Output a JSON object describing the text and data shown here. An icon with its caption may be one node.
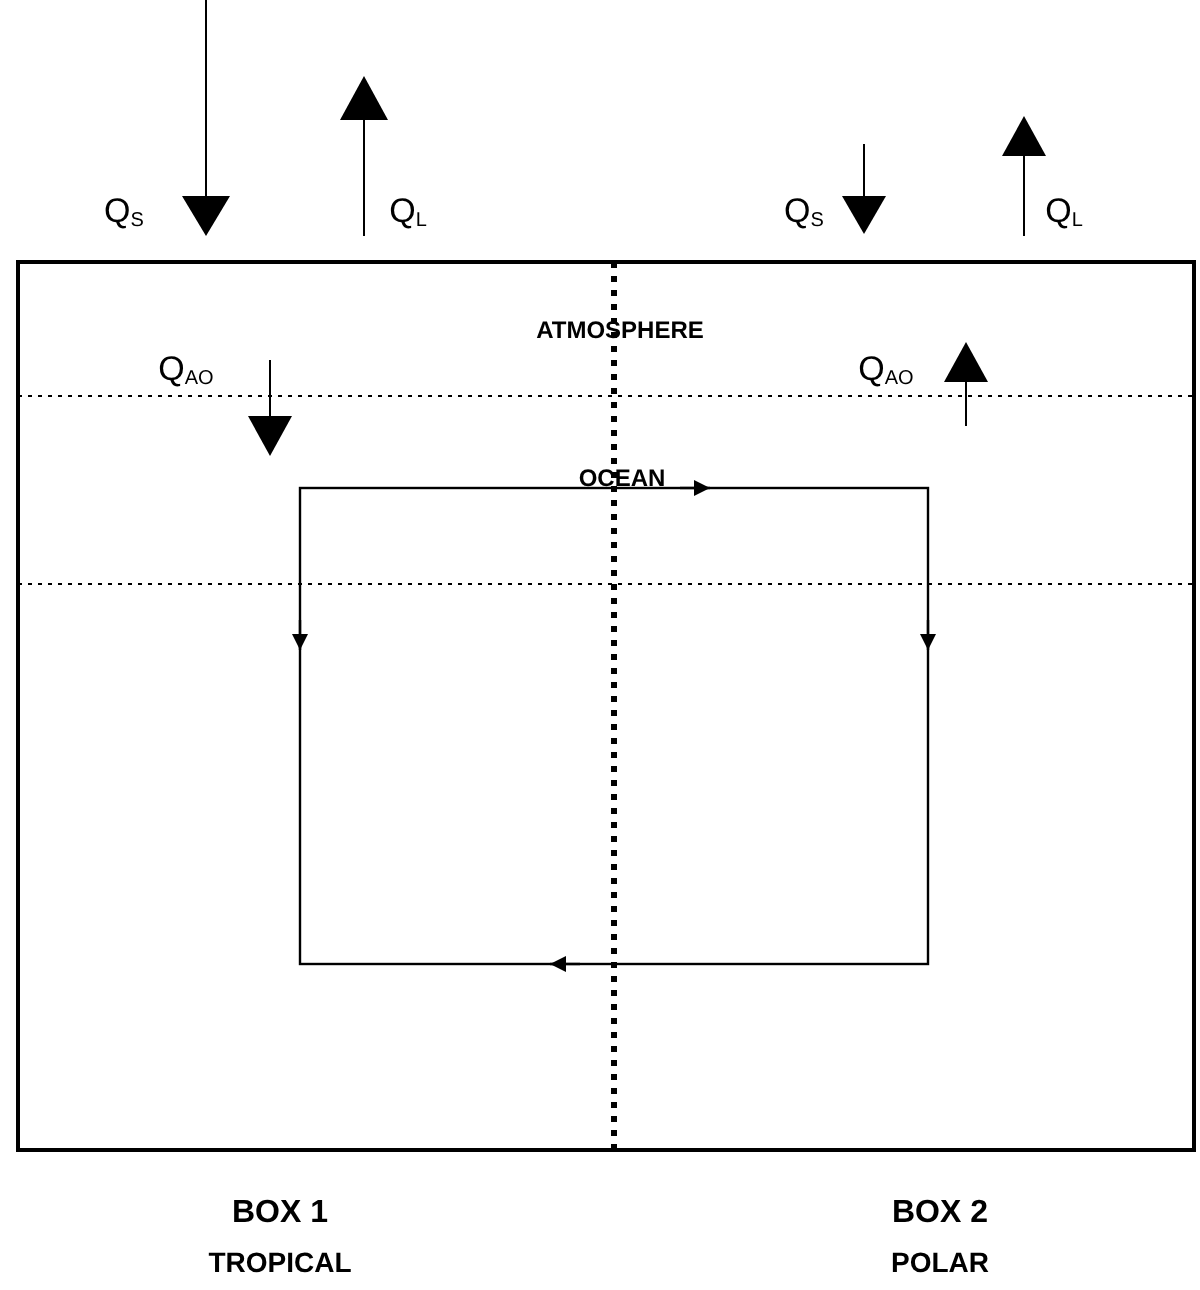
{
  "diagram": {
    "labels": [
      "Q$_{S}$",
      "Q$_{L}$",
      "Q$_{S}$",
      "Q$_{L}$",
      "ATMOSPHERE",
      "Q$_{AO}$",
      "Q$_{AO}$",
      "OCEAN",
      "BOX 1",
      "TROPICAL",
      "BOX 2",
      "POLAR"
    ]
  }
}
